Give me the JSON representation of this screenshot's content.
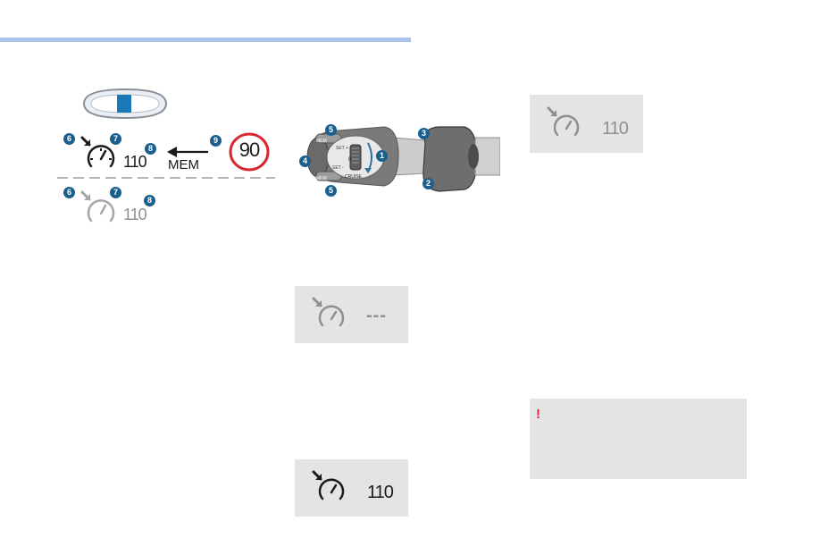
{
  "figure": {
    "badges": {
      "b1": "1",
      "b2": "2",
      "b3": "3",
      "b4": "4",
      "b5": "5",
      "b6": "6",
      "b7": "7",
      "b8": "8",
      "b9": "9"
    },
    "active_speed": "110",
    "inactive_speed": "110",
    "mem_label": "MEM",
    "speed_limit_sign": "90",
    "stalk_labels": {
      "mem_top": "MEM",
      "mem_bottom": "MEM",
      "set_plus": "SET +",
      "set_minus": "SET -",
      "off": "0",
      "cruise": "CRUISE"
    }
  },
  "panels": {
    "top_right": {
      "speed": "110",
      "state": "paused"
    },
    "middle_left": {
      "speed": "---",
      "state": "no speed stored"
    },
    "bottom_left": {
      "speed": "110",
      "state": "active"
    }
  },
  "warning": {
    "icon": "!",
    "text": ""
  },
  "colors": {
    "accent_rule": "#a9c4ea",
    "badge": "#1b5f8f",
    "speed_sign_ring": "#d9272e",
    "warning": "#e2233d",
    "panel_bg": "#e4e4e4"
  },
  "icons": [
    "cruise-control-speedometer-icon",
    "arrow-left-icon",
    "speed-limit-sign-icon",
    "exclamation-icon"
  ]
}
